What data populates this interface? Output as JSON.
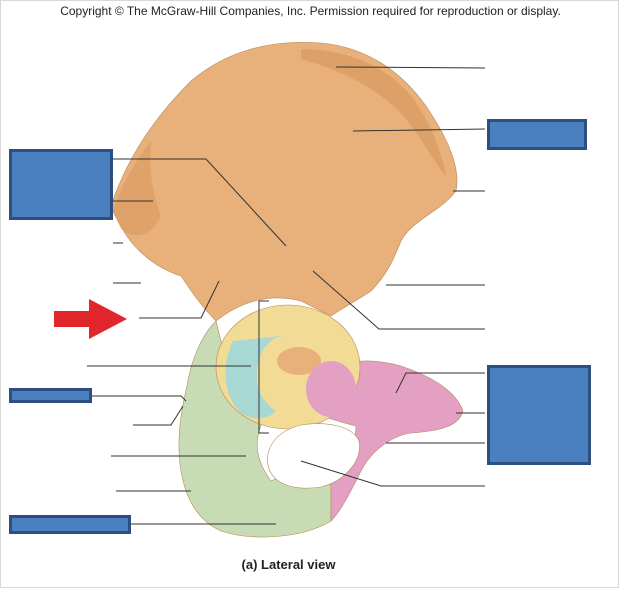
{
  "header": {
    "copyright": "Copyright © The McGraw-Hill Companies, Inc. Permission required for reproduction or display."
  },
  "figure": {
    "caption": "(a) Lateral view"
  },
  "colors": {
    "ilium": "#e8b07a",
    "ilium_shade": "#d99a5e",
    "ischium": "#c7dcb4",
    "pubis": "#e4a0c2",
    "acetabulum_rim": "#f2dc95",
    "lunate": "#a8d8d4",
    "label_box": "#4a7fc0",
    "leader_line": "#333333",
    "arrow": "#e0262b"
  },
  "label_boxes": [
    "upper-right",
    "upper-left",
    "right-large",
    "left-mid",
    "bottom-left"
  ]
}
